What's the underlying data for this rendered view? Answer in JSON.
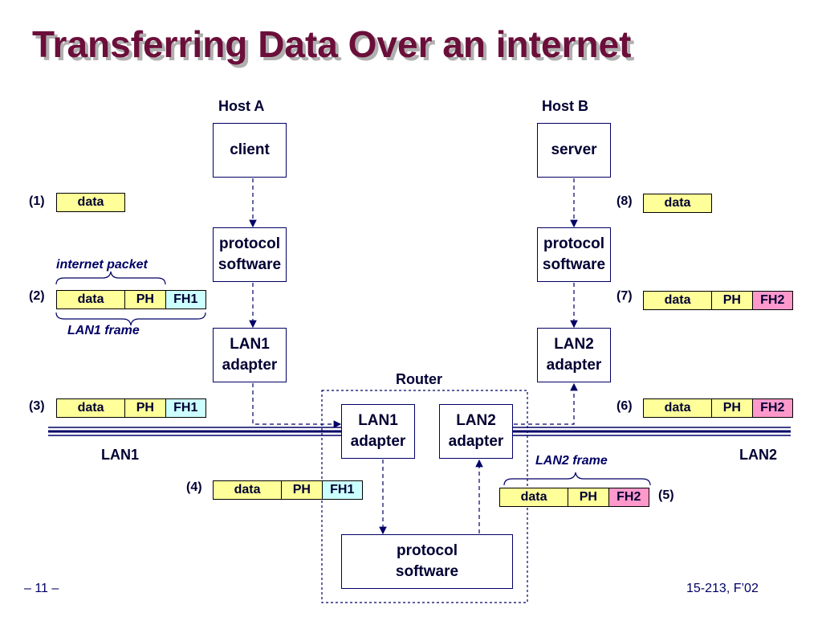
{
  "title": "Transferring Data Over an internet",
  "hosts": {
    "a": "Host A",
    "b": "Host B"
  },
  "router_label": "Router",
  "boxes": {
    "client": "client",
    "server": "server",
    "protocol_a": "protocol software",
    "protocol_b": "protocol software",
    "lan1_adapter_a": "LAN1 adapter",
    "lan2_adapter_b": "LAN2 adapter",
    "router_lan1": "LAN1 adapter",
    "router_lan2": "LAN2 adapter",
    "router_protocol": "protocol software"
  },
  "steps": [
    "(1)",
    "(2)",
    "(3)",
    "(4)",
    "(5)",
    "(6)",
    "(7)",
    "(8)"
  ],
  "packet_fields": {
    "data": "data",
    "ph": "PH",
    "fh1": "FH1",
    "fh2": "FH2"
  },
  "labels": {
    "internet_packet": "internet packet",
    "lan1_frame": "LAN1 frame",
    "lan2_frame": "LAN2 frame"
  },
  "networks": {
    "lan1": "LAN1",
    "lan2": "LAN2"
  },
  "footer": {
    "page": "– 11 –",
    "course": "15-213, F’02"
  },
  "colors": {
    "title": "#6b0f3a",
    "fh1": "#ccffff",
    "fh2": "#ff99cc",
    "data": "#ffff99"
  }
}
